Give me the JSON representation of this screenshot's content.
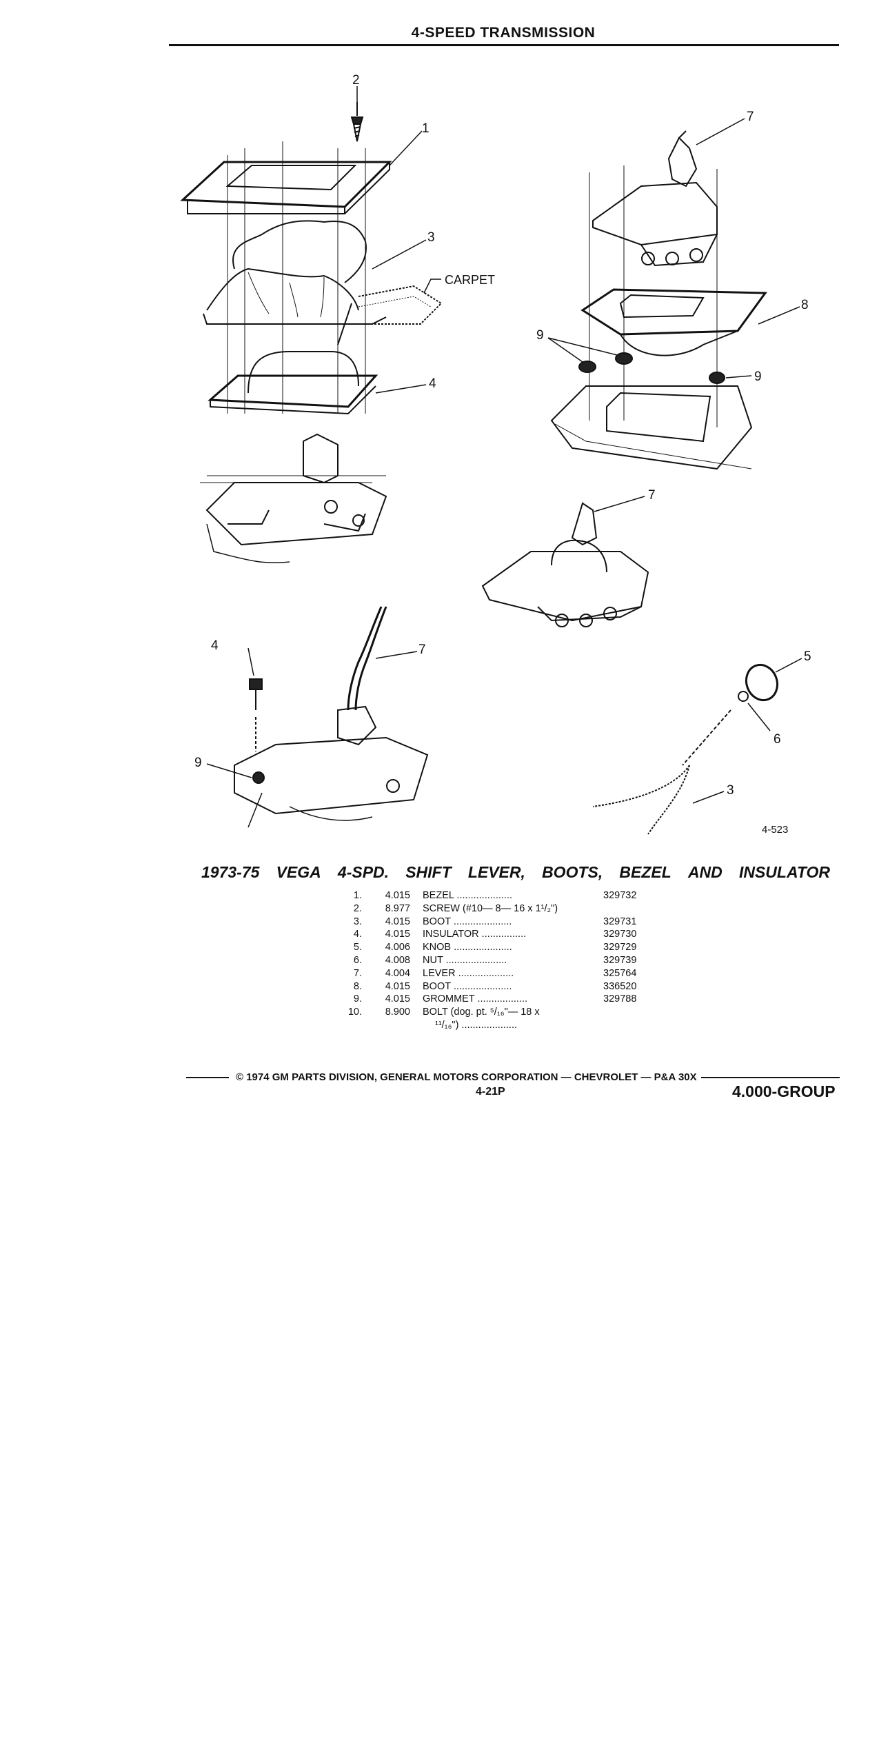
{
  "header": {
    "title": "4-SPEED TRANSMISSION"
  },
  "illustration": {
    "callouts": {
      "c1": "1",
      "c2": "2",
      "c3": "3",
      "carpet": "CARPET",
      "c4": "4",
      "c7a": "7",
      "c8": "8",
      "c9a": "9",
      "c9b": "9",
      "c7b": "7",
      "c4b": "4",
      "c7c": "7",
      "c9c": "9",
      "c5": "5",
      "c6": "6",
      "c3b": "3"
    },
    "figure_number": "4-523"
  },
  "title_words": [
    "1973-75",
    "VEGA",
    "4-SPD.",
    "SHIFT",
    "LEVER,",
    "BOOTS,",
    "BEZEL",
    "AND",
    "INSULATOR"
  ],
  "parts": [
    {
      "num": "1.",
      "group": "4.015",
      "desc": "BEZEL ....................",
      "part": "329732"
    },
    {
      "num": "2.",
      "group": "8.977",
      "desc": "SCREW (#10— 8— 16 x 1¹/₂\")",
      "part": ""
    },
    {
      "num": "3.",
      "group": "4.015",
      "desc": "BOOT .....................",
      "part": "329731"
    },
    {
      "num": "4.",
      "group": "4.015",
      "desc": "INSULATOR ................",
      "part": "329730"
    },
    {
      "num": "5.",
      "group": "4.006",
      "desc": "KNOB .....................",
      "part": "329729"
    },
    {
      "num": "6.",
      "group": "4.008",
      "desc": "NUT ......................",
      "part": "329739"
    },
    {
      "num": "7.",
      "group": "4.004",
      "desc": "LEVER ....................",
      "part": "325764"
    },
    {
      "num": "8.",
      "group": "4.015",
      "desc": "BOOT .....................",
      "part": "336520"
    },
    {
      "num": "9.",
      "group": "4.015",
      "desc": "GROMMET ..................",
      "part": "329788"
    },
    {
      "num": "10.",
      "group": "8.900",
      "desc": "BOLT (dog. pt. ⁵/₁₆\"— 18 x",
      "part": ""
    }
  ],
  "part10_continuation": "¹¹/₁₆\") ....................",
  "footer": {
    "copyright": "© 1974 GM PARTS DIVISION, GENERAL MOTORS CORPORATION — CHEVROLET — P&A 30X",
    "page_code": "4-21P",
    "group": "4.000-GROUP"
  }
}
